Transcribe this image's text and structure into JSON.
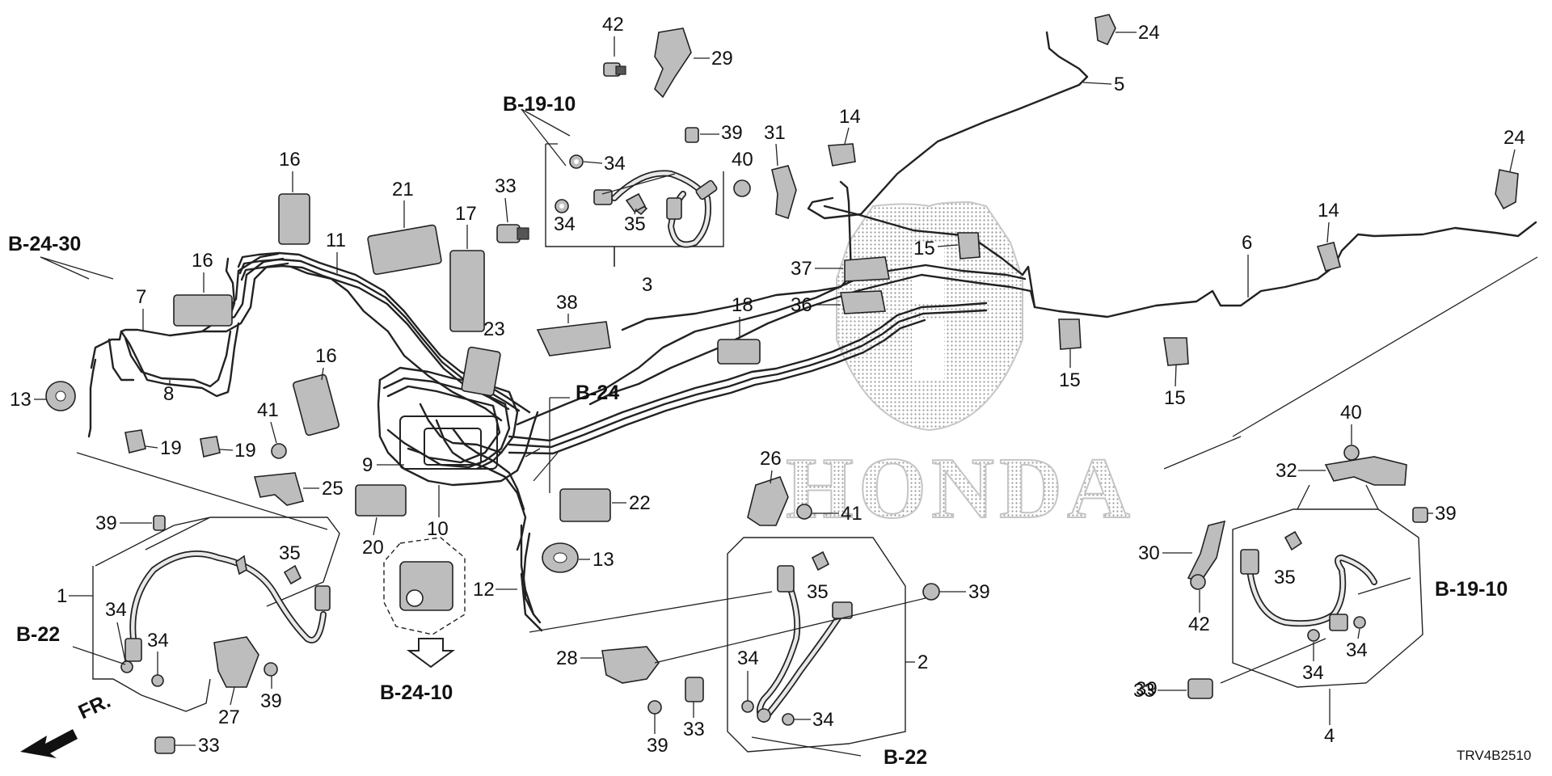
{
  "diagram_code": "TRV4B2510",
  "brand_watermark": "HONDA",
  "direction_label": "FR.",
  "refs": {
    "b_19_10_top": "B-19-10",
    "b_24_30": "B-24-30",
    "b_24": "B-24",
    "b_22_left": "B-22",
    "b_24_10": "B-24-10",
    "b_22_bottom": "B-22",
    "b_19_10_right": "B-19-10"
  },
  "parts": {
    "p42a": "42",
    "p29": "29",
    "p24a": "24",
    "p5": "5",
    "p39a": "39",
    "p31": "31",
    "p14a": "14",
    "p34a": "34",
    "p40a": "40",
    "p33a": "33",
    "p35a": "35",
    "p34b": "34",
    "p3": "3",
    "p16a": "16",
    "p21": "21",
    "p17": "17",
    "p11": "11",
    "p16b": "16",
    "p7": "7",
    "p8": "8",
    "p13a": "13",
    "p38": "38",
    "p23": "23",
    "p18": "18",
    "p16c": "16",
    "p41a": "41",
    "p19a": "19",
    "p19b": "19",
    "p25": "25",
    "p9": "9",
    "p10": "10",
    "p20": "20",
    "p22": "22",
    "p13b": "13",
    "p12": "12",
    "p37": "37",
    "p36": "36",
    "p15a": "15",
    "p15b": "15",
    "p15c": "15",
    "p6": "6",
    "p14b": "14",
    "p24b": "24",
    "p40b": "40",
    "p32": "32",
    "p26": "26",
    "p41b": "41",
    "p39b": "39",
    "p1": "1",
    "p34c": "34",
    "p34d": "34",
    "p35b": "35",
    "p27": "27",
    "p39c": "39",
    "p33b": "33",
    "p28": "28",
    "p39d": "39",
    "p33c": "33",
    "p34e": "34",
    "p34f": "34",
    "p35c": "35",
    "p39e": "39",
    "p2": "2",
    "p30": "30",
    "p42b": "42",
    "p35d": "35",
    "p39f": "39",
    "p33d": "33",
    "p34g": "34",
    "p34h": "34",
    "p4": "4"
  },
  "icons": [
    "honda-logo-watermark",
    "front-direction-arrow",
    "abs-modulator-unit"
  ]
}
